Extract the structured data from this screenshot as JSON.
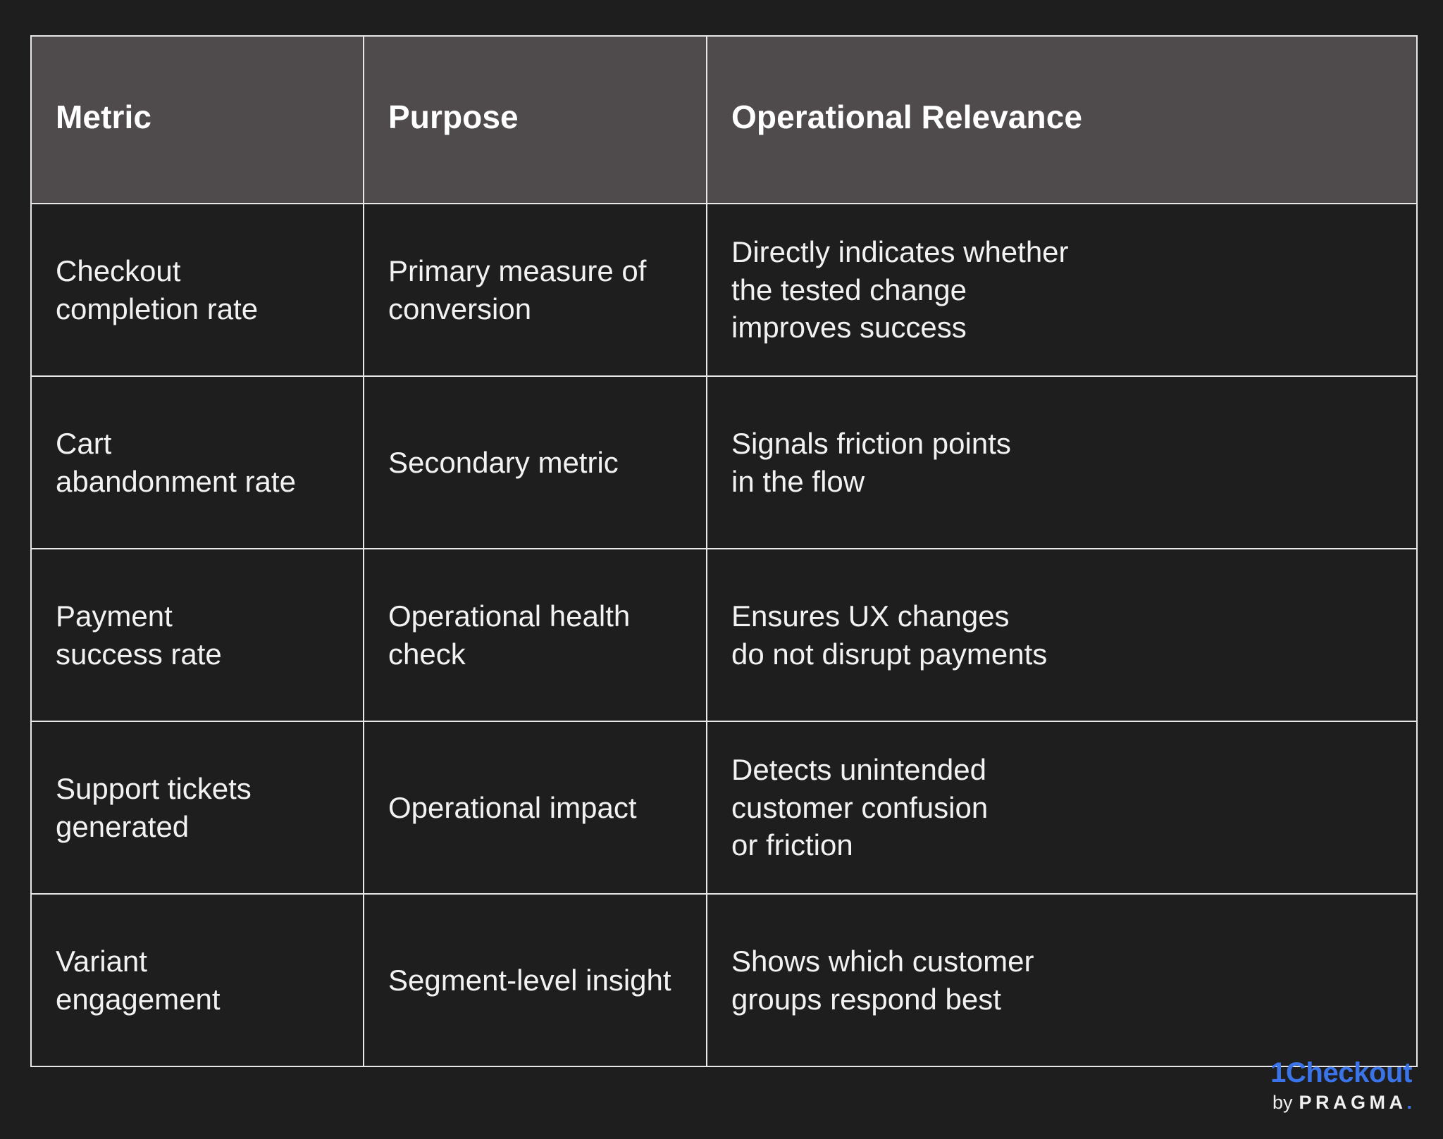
{
  "theme": {
    "background": "#1e1e1e",
    "header_cell_bg": "#4f4b4d",
    "body_cell_bg": "#1e1e1e",
    "border_color": "#e8e8e8",
    "text_color": "#f2f2f2",
    "brand_blue": "#3b74e8"
  },
  "table": {
    "columns": [
      {
        "key": "metric",
        "label": "Metric"
      },
      {
        "key": "purpose",
        "label": "Purpose"
      },
      {
        "key": "relevance",
        "label": "Operational Relevance"
      }
    ],
    "rows": [
      {
        "metric": "Checkout\ncompletion rate",
        "purpose": "Primary measure of conversion",
        "relevance": "Directly indicates whether\nthe tested change\nimproves success"
      },
      {
        "metric": "Cart\nabandonment rate",
        "purpose": "Secondary metric",
        "relevance": "Signals friction points\nin the flow"
      },
      {
        "metric": "Payment\nsuccess rate",
        "purpose": "Operational health check",
        "relevance": "Ensures UX changes\ndo not disrupt payments"
      },
      {
        "metric": "Support tickets\ngenerated",
        "purpose": "Operational impact",
        "relevance": "Detects unintended\ncustomer confusion\nor friction"
      },
      {
        "metric": "Variant\nengagement",
        "purpose": "Segment-level insight",
        "relevance": "Shows which customer\ngroups respond best"
      }
    ]
  },
  "logo": {
    "main": "1Checkout",
    "by": "by",
    "company": "PRAGMA",
    "dot": "."
  }
}
